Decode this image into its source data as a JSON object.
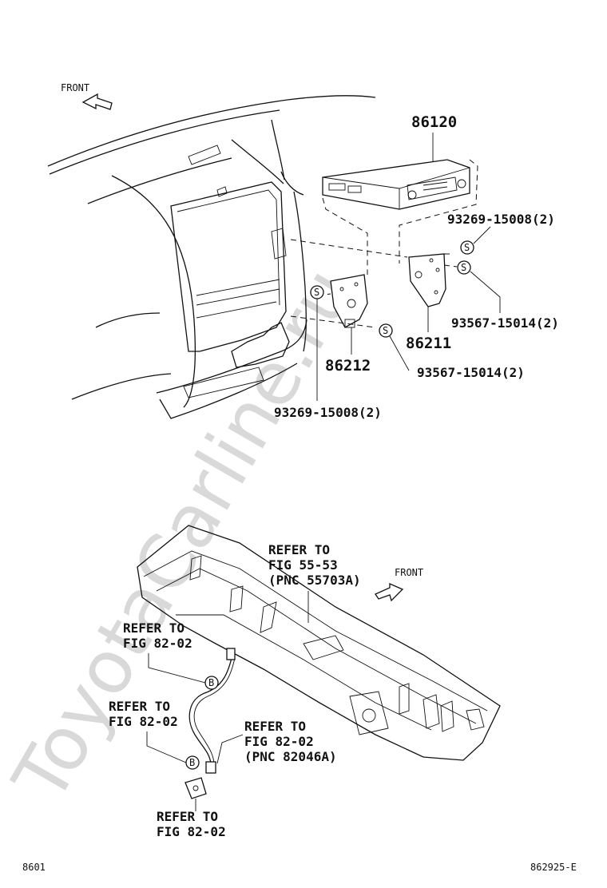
{
  "watermark": "ToyotaCarline.ru",
  "top": {
    "front_label": "FRONT",
    "parts": {
      "p86120": "86120",
      "p93269_a": "93269-15008(2)",
      "p93567_a": "93567-15014(2)",
      "p86211": "86211",
      "p86212": "86212",
      "p93567_b": "93567-15014(2)",
      "p93269_b": "93269-15008(2)"
    },
    "symbol": "S"
  },
  "bottom": {
    "front_label": "FRONT",
    "refer_1": [
      "REFER TO",
      "FIG 55-53",
      "(PNC 55703A)"
    ],
    "refer_2": [
      "REFER TO",
      "FIG 82-02"
    ],
    "refer_3": [
      "REFER TO",
      "FIG 82-02"
    ],
    "refer_4": [
      "REFER TO",
      "FIG 82-02",
      "(PNC 82046A)"
    ],
    "refer_5": [
      "REFER TO",
      "FIG 82-02"
    ],
    "symbol": "B"
  },
  "footer": {
    "left": "8601",
    "right": "862925-E"
  }
}
